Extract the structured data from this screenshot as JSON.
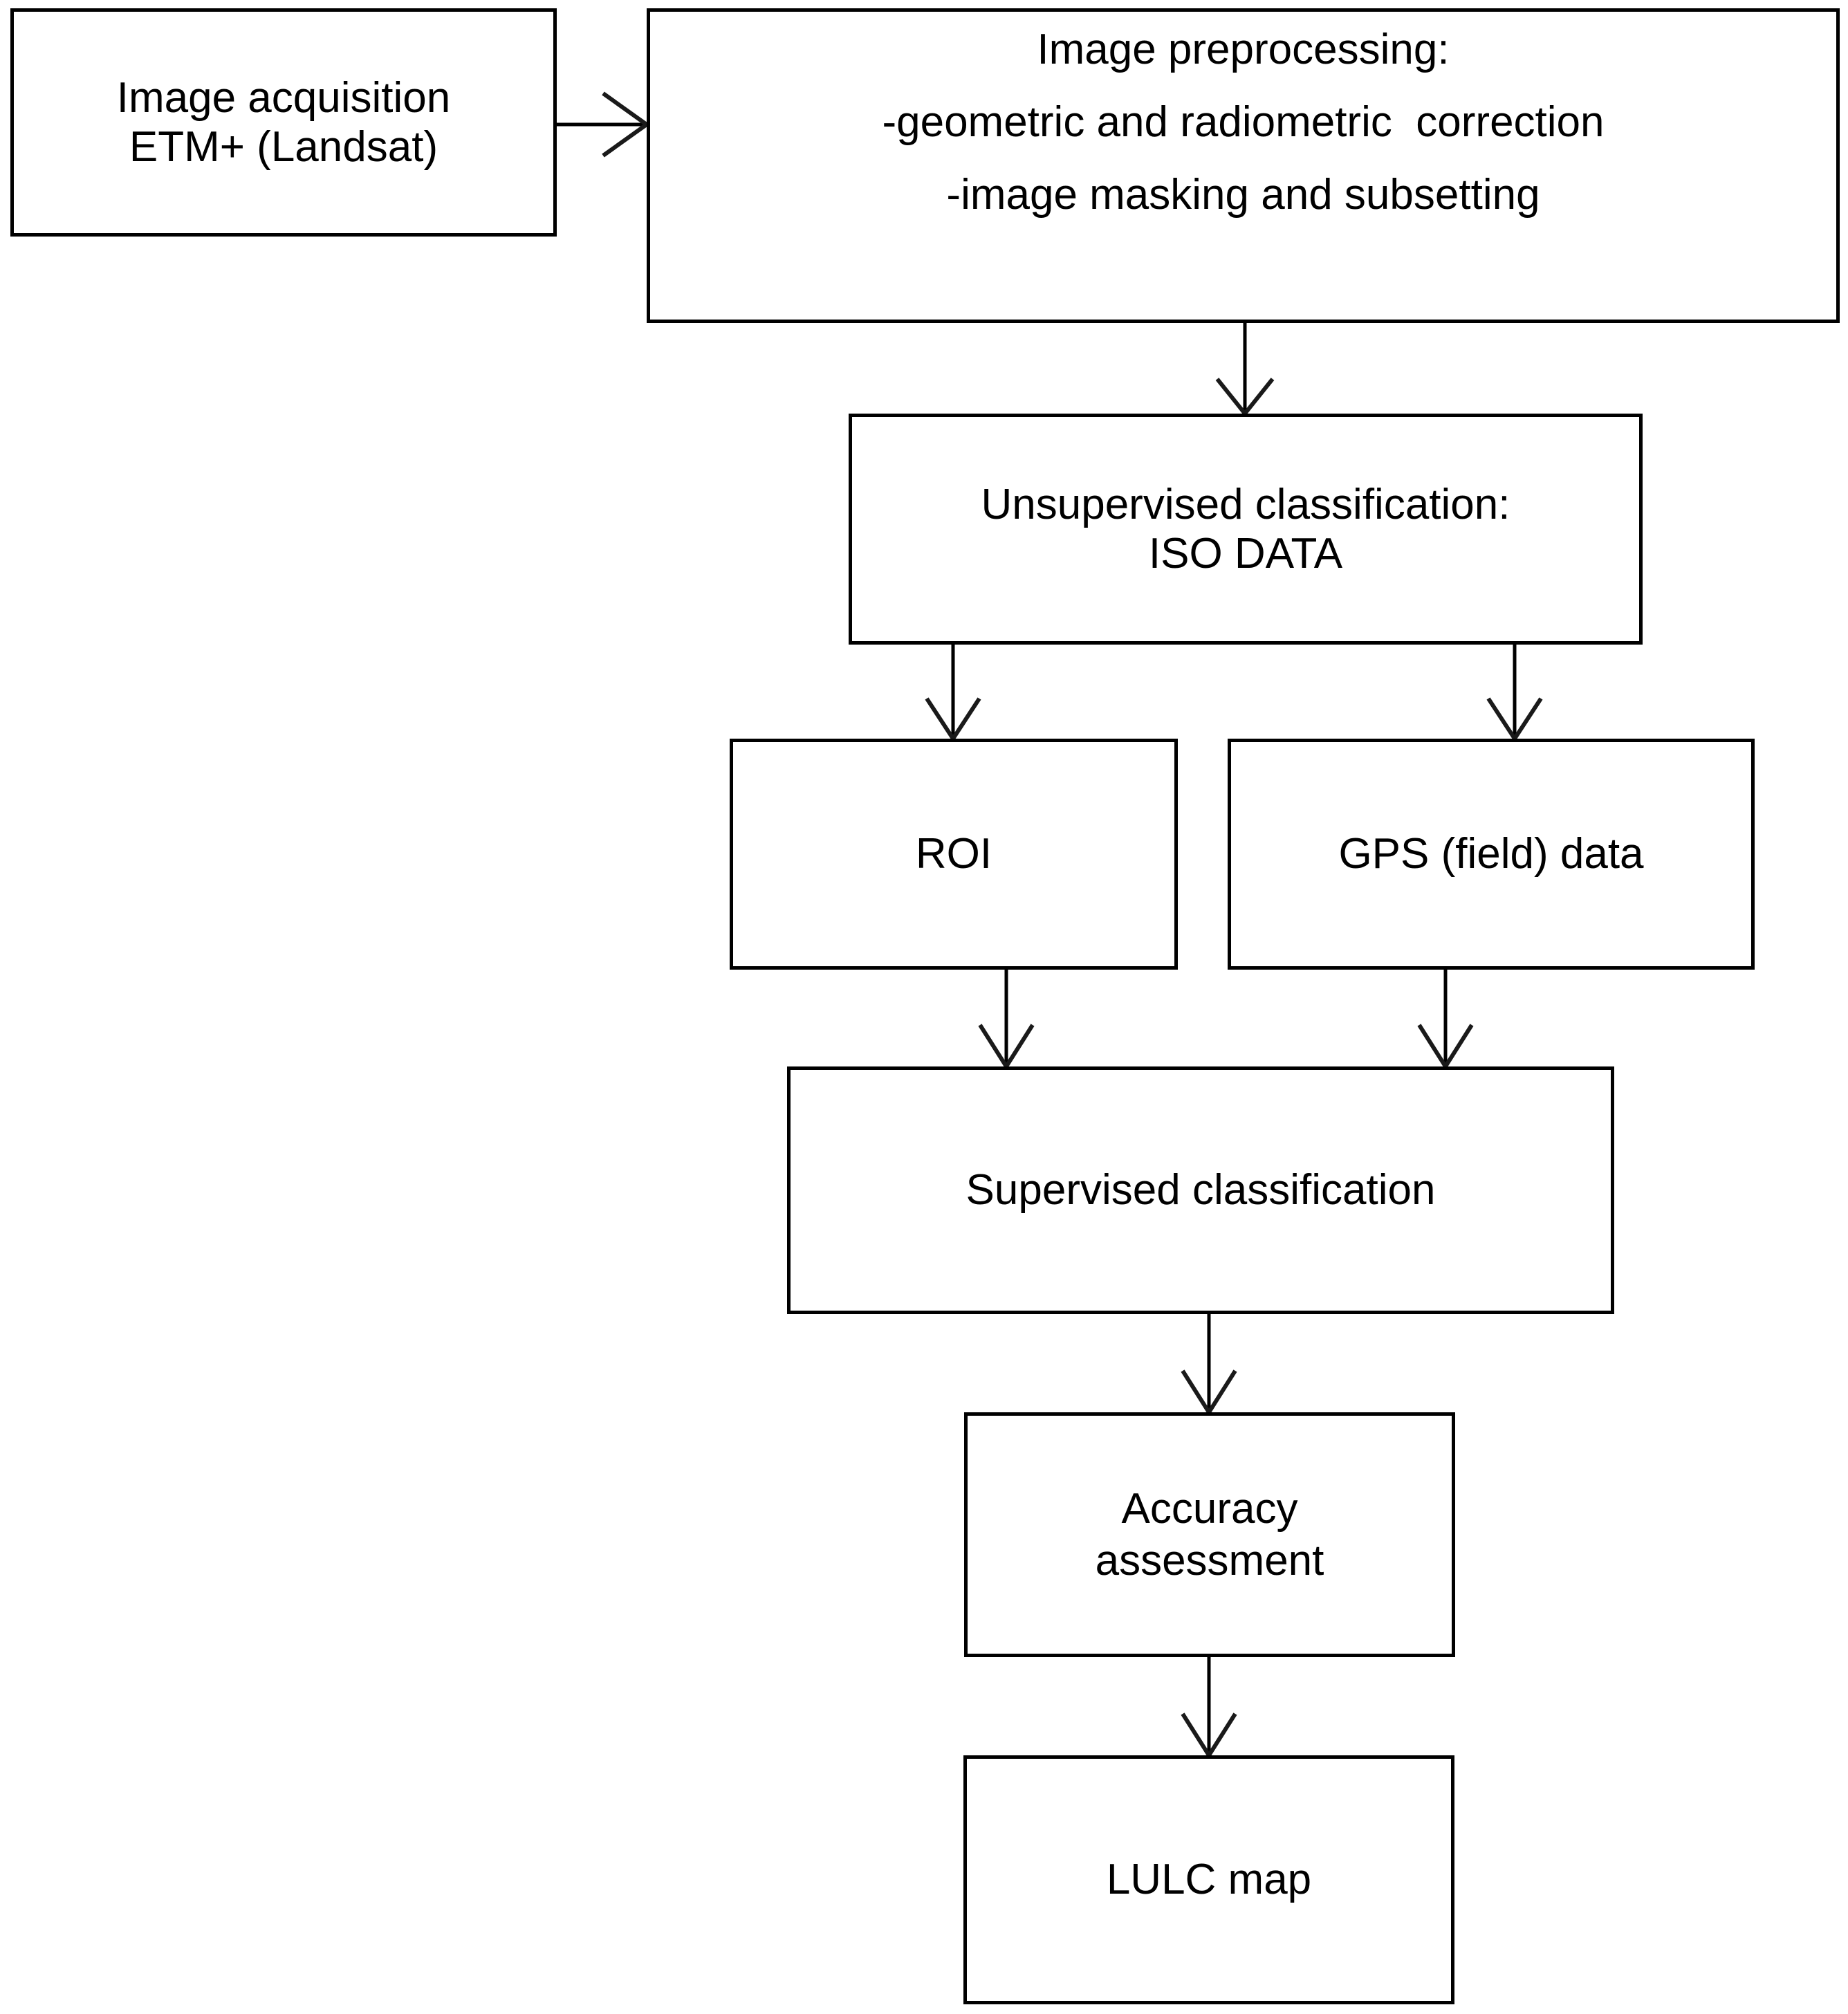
{
  "diagram": {
    "title": "Remote sensing LULC classification workflow",
    "type": "flowchart",
    "background_color": "#ffffff",
    "line_color": "#000000",
    "text_color": "#000000"
  },
  "nodes": [
    {
      "id": "acquisition",
      "lines": [
        "Image acquisition",
        "ETM+ (Landsat)"
      ]
    },
    {
      "id": "preprocessing",
      "lines": [
        "Image preprocessing:",
        "-geometric and radiometric  correction",
        "-image masking and subsetting"
      ]
    },
    {
      "id": "unsupervised",
      "lines": [
        "Unsupervised classification:",
        "ISO DATA"
      ]
    },
    {
      "id": "roi",
      "lines": [
        "ROI"
      ]
    },
    {
      "id": "gps",
      "lines": [
        "GPS (field) data"
      ]
    },
    {
      "id": "supervised",
      "lines": [
        "Supervised classification"
      ]
    },
    {
      "id": "accuracy",
      "lines": [
        "Accuracy",
        "assessment"
      ]
    },
    {
      "id": "lulc",
      "lines": [
        "LULC map"
      ]
    }
  ],
  "edges": [
    {
      "from": "acquisition",
      "to": "preprocessing",
      "direction": "right"
    },
    {
      "from": "preprocessing",
      "to": "unsupervised",
      "direction": "down"
    },
    {
      "from": "unsupervised",
      "to": "roi",
      "direction": "down"
    },
    {
      "from": "unsupervised",
      "to": "gps",
      "direction": "down"
    },
    {
      "from": "roi",
      "to": "supervised",
      "direction": "down"
    },
    {
      "from": "gps",
      "to": "supervised",
      "direction": "down"
    },
    {
      "from": "supervised",
      "to": "accuracy",
      "direction": "down"
    },
    {
      "from": "accuracy",
      "to": "lulc",
      "direction": "down"
    }
  ]
}
